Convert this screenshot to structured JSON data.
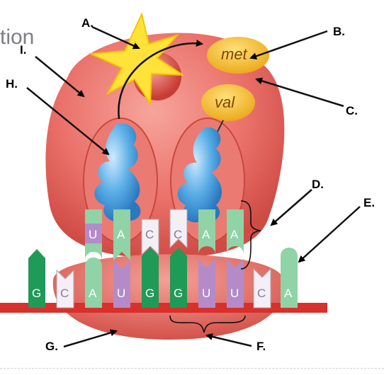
{
  "page": {
    "title_fragment": "tion"
  },
  "labels": {
    "A": "A.",
    "B": "B.",
    "C": "C.",
    "D": "D.",
    "E": "E.",
    "F": "F.",
    "G": "G.",
    "H": "H.",
    "I": "I."
  },
  "amino_acids": {
    "met": "met",
    "val": "val"
  },
  "mrna_bases": [
    "G",
    "C",
    "A",
    "U",
    "G",
    "G",
    "U",
    "U",
    "C",
    "A"
  ],
  "trna1_anticodon": [
    "U",
    "A",
    "C"
  ],
  "trna2_anticodon": [
    "C",
    "A",
    "A"
  ],
  "colors": {
    "ribosome": "#e86a62",
    "ribosome_dark": "#c9473f",
    "strand": "#d8302b",
    "green_dark": "#1f9a57",
    "green_light": "#8fd3a6",
    "purple": "#b48bc8",
    "white_base": "#f4eef6",
    "amino_yellow": "#f6bf2c",
    "star": "#ffe23a",
    "trna_blue": "#5aaee6"
  }
}
